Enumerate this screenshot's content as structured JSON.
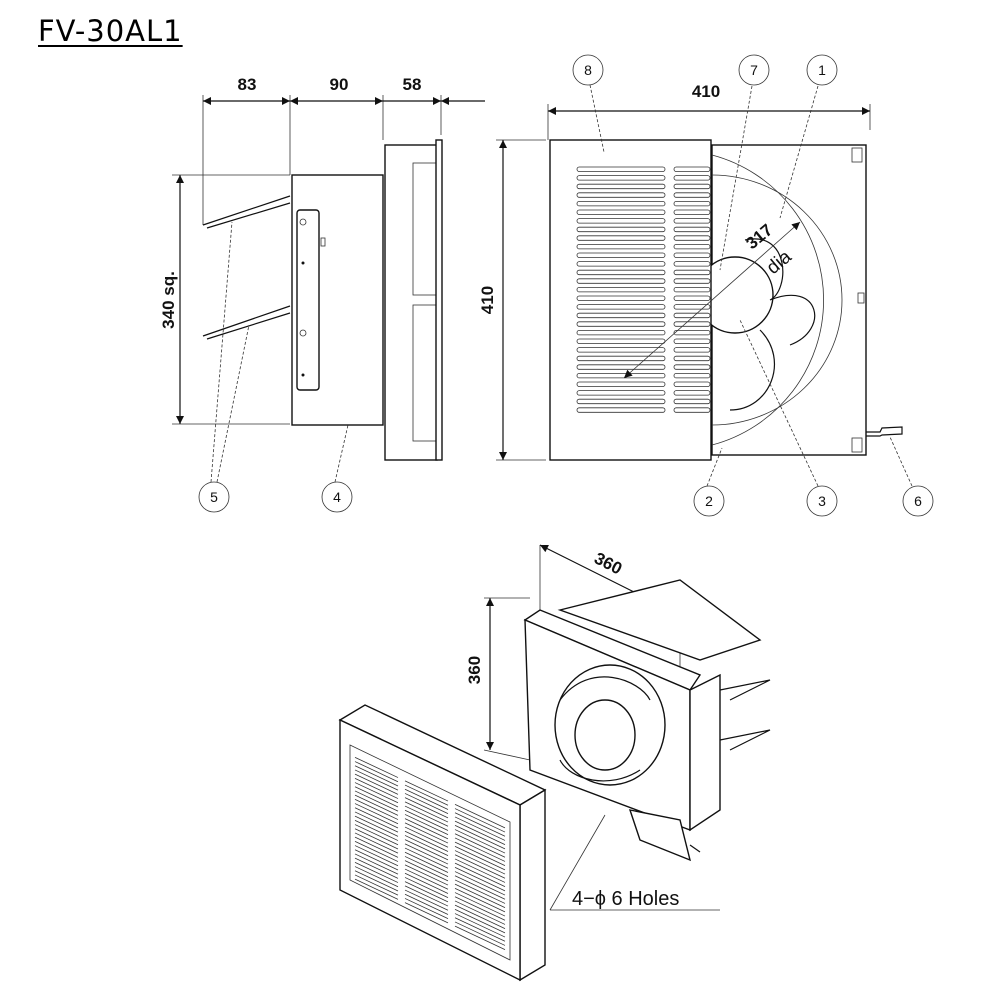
{
  "title": "FV-30AL1",
  "side_view": {
    "dim_83": "83",
    "dim_90": "90",
    "dim_58": "58",
    "dim_height": "340 sq.",
    "callouts": [
      "5",
      "4"
    ]
  },
  "front_view": {
    "dim_width": "410",
    "dim_height": "410",
    "fan_dia_value": "317",
    "fan_dia_unit": "dia",
    "callouts": [
      "8",
      "7",
      "1",
      "2",
      "3",
      "6"
    ]
  },
  "iso_view": {
    "dim_depth": "360",
    "dim_height": "360",
    "holes_label": "4−ϕ 6 Holes"
  }
}
